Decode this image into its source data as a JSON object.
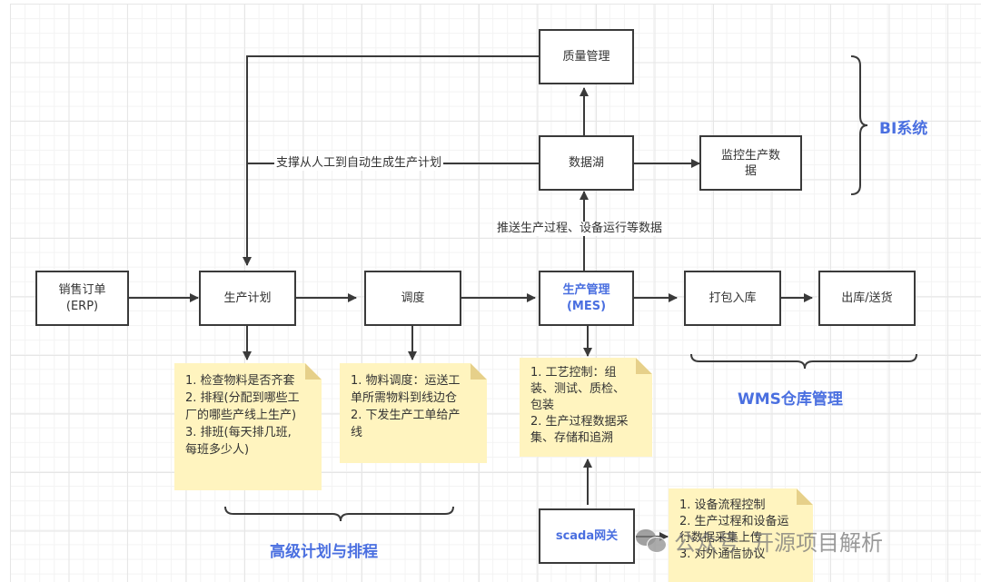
{
  "diagram": {
    "nodes": {
      "sales_order": "销售订单\n(ERP)",
      "production_plan": "生产计划",
      "dispatch": "调度",
      "mes": "生产管理\n(MES)",
      "pack_store": "打包入库",
      "ship": "出库/送货",
      "quality": "质量管理",
      "data_lake": "数据湖",
      "monitor": "监控生产数\n据",
      "scada": "scada网关"
    },
    "edge_labels": {
      "support_auto_plan": "支撑从人工到自动生成生产计划",
      "push_data": "推送生产过程、设备运行等数据"
    },
    "notes": {
      "plan_note": [
        "1. 检查物料是否齐套",
        "2. 排程(分配到哪些工",
        "厂的哪些产线上生产)",
        "3. 排班(每天排几班,",
        "每班多少人)"
      ],
      "dispatch_note": [
        "1. 物料调度：运送工",
        "单所需物料到线边仓",
        "2. 下发生产工单给产",
        "线"
      ],
      "mes_note": [
        "1. 工艺控制：组",
        "装、测试、质检、",
        "包装",
        "2. 生产过程数据采",
        "集、存储和追溯"
      ],
      "scada_note": [
        "1. 设备流程控制",
        "2. 生产过程和设备运",
        "行数据采集上传",
        "3. 对外通信协议"
      ]
    },
    "groups": {
      "bi": "BI系统",
      "wms": "WMS仓库管理",
      "aps": "高级计划与排程"
    },
    "colors": {
      "accent": "#4a6fe0",
      "note_bg": "#fff4bf",
      "line": "#3a3a3a"
    }
  },
  "watermark": {
    "part1": "公众号",
    "part2": "开源项目解析"
  }
}
